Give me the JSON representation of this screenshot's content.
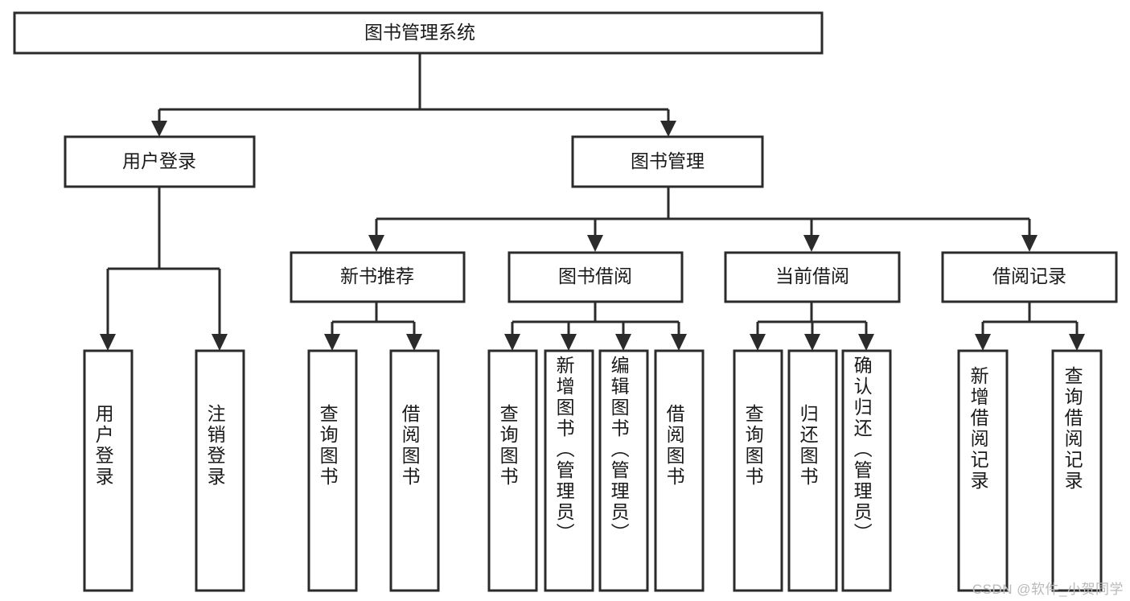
{
  "diagram": {
    "title": "图书管理系统",
    "type": "tree-hierarchy-flowchart",
    "watermark": "CSDN @软件_小贺同学",
    "colors": {
      "background": "#ffffff",
      "box_stroke": "#2b2b2b",
      "box_fill": "#ffffff",
      "text": "#1a1a1a",
      "watermark": "#b9b9b9"
    },
    "levels": {
      "root": {
        "label": "图书管理系统",
        "orientation": "horizontal"
      },
      "level2": [
        {
          "label": "用户登录",
          "orientation": "horizontal"
        },
        {
          "label": "图书管理",
          "orientation": "horizontal"
        }
      ],
      "level3": [
        {
          "label": "新书推荐",
          "orientation": "horizontal"
        },
        {
          "label": "图书借阅",
          "orientation": "horizontal"
        },
        {
          "label": "当前借阅",
          "orientation": "horizontal"
        },
        {
          "label": "借阅记录",
          "orientation": "horizontal"
        }
      ],
      "leaves": {
        "user_login": [
          {
            "label": "用户登录",
            "orientation": "vertical"
          },
          {
            "label": "注销登录",
            "orientation": "vertical"
          }
        ],
        "new_book_recommend": [
          {
            "label": "查询图书",
            "orientation": "vertical"
          },
          {
            "label": "借阅图书",
            "orientation": "vertical"
          }
        ],
        "book_borrow": [
          {
            "label": "查询图书",
            "orientation": "vertical"
          },
          {
            "label": "新增图书（管理员）",
            "orientation": "vertical"
          },
          {
            "label": "编辑图书（管理员）",
            "orientation": "vertical"
          },
          {
            "label": "借阅图书",
            "orientation": "vertical"
          }
        ],
        "current_borrow": [
          {
            "label": "查询图书",
            "orientation": "vertical"
          },
          {
            "label": "归还图书",
            "orientation": "vertical"
          },
          {
            "label": "确认归还（管理员）",
            "orientation": "vertical"
          }
        ],
        "borrow_record": [
          {
            "label": "新增借阅记录",
            "orientation": "vertical"
          },
          {
            "label": "查询借阅记录",
            "orientation": "vertical"
          }
        ]
      }
    }
  }
}
